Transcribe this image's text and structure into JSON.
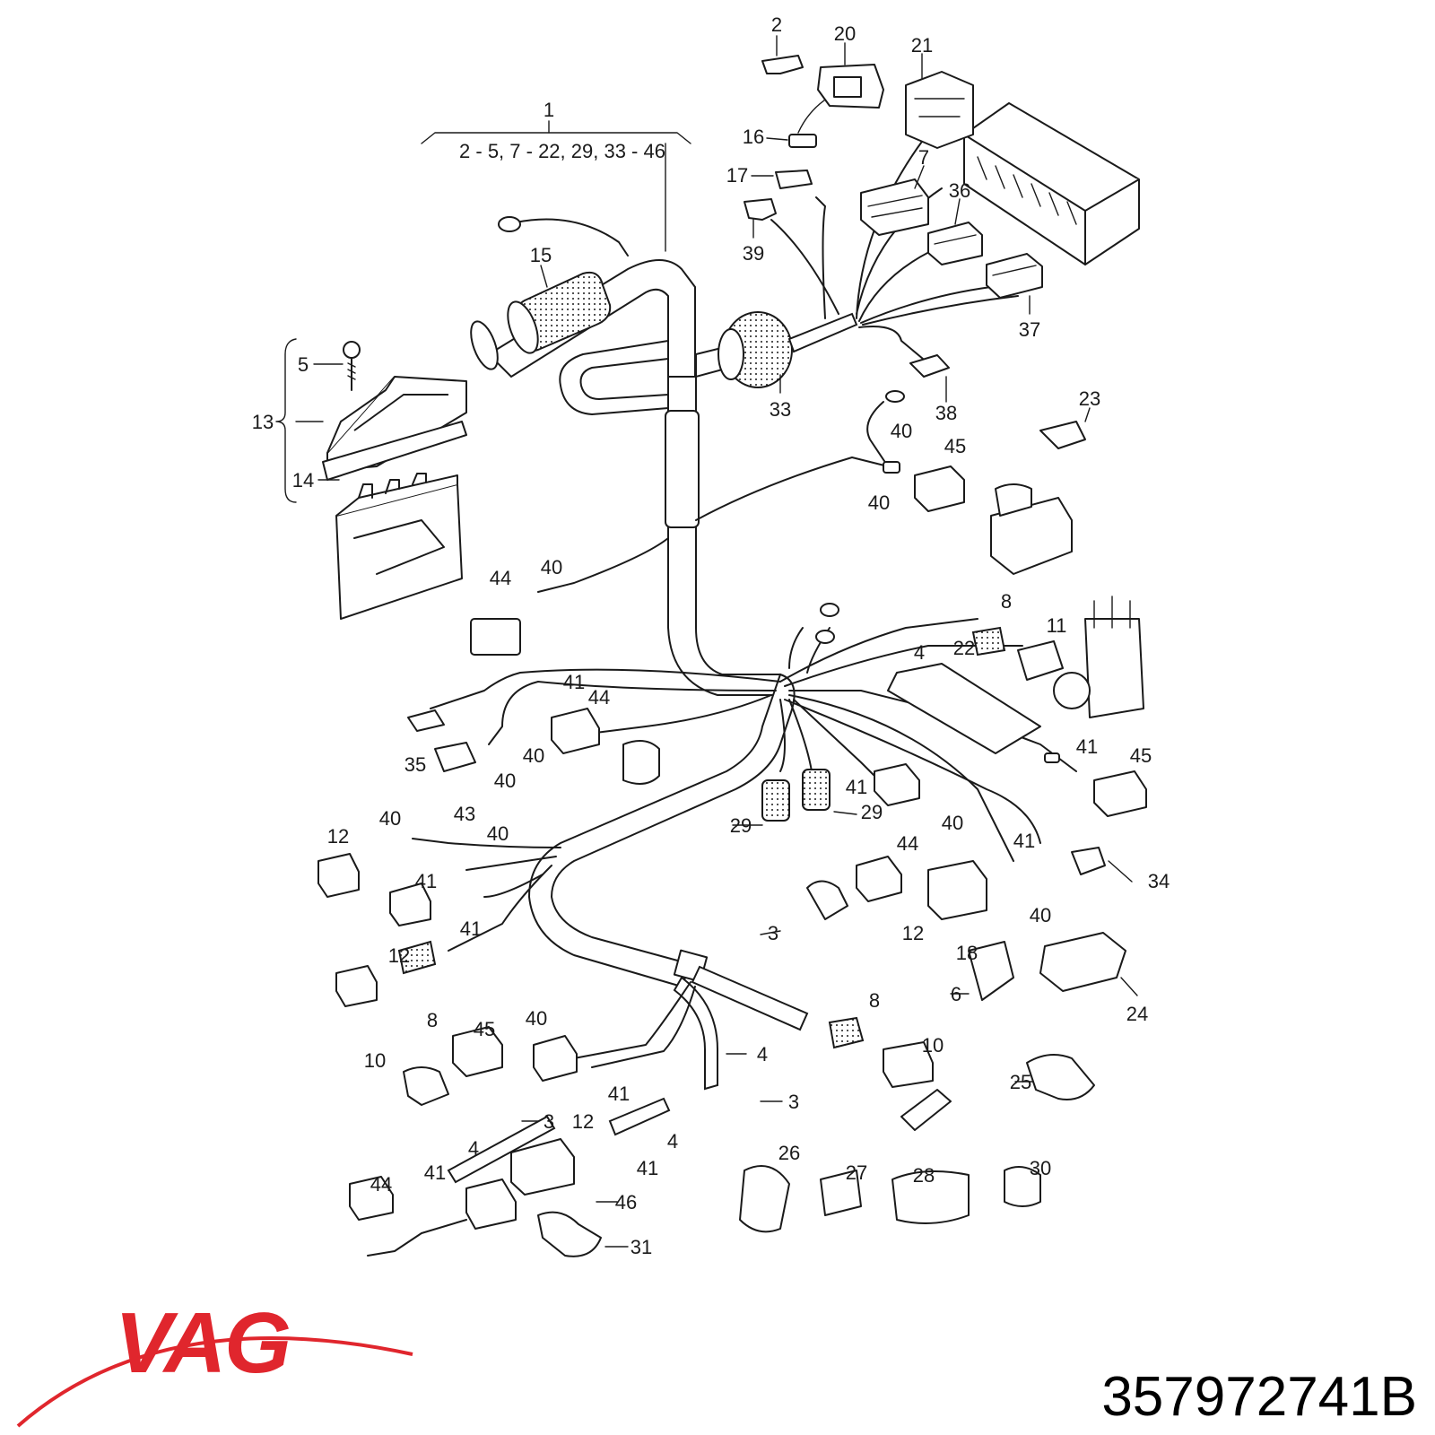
{
  "diagram": {
    "group_label": {
      "number": "1",
      "contents": "2 - 5, 7 - 22, 29, 33 - 46"
    },
    "callouts": [
      {
        "id": "c2",
        "text": "2"
      },
      {
        "id": "c20",
        "text": "20"
      },
      {
        "id": "c21",
        "text": "21"
      },
      {
        "id": "c16",
        "text": "16"
      },
      {
        "id": "c17",
        "text": "17"
      },
      {
        "id": "c7",
        "text": "7"
      },
      {
        "id": "c36",
        "text": "36"
      },
      {
        "id": "c39",
        "text": "39"
      },
      {
        "id": "c37",
        "text": "37"
      },
      {
        "id": "c15",
        "text": "15"
      },
      {
        "id": "c5",
        "text": "5"
      },
      {
        "id": "c13",
        "text": "13"
      },
      {
        "id": "c14",
        "text": "14"
      },
      {
        "id": "c33",
        "text": "33"
      },
      {
        "id": "c38",
        "text": "38"
      },
      {
        "id": "c23",
        "text": "23"
      },
      {
        "id": "c40a",
        "text": "40"
      },
      {
        "id": "c45a",
        "text": "45"
      },
      {
        "id": "c40b",
        "text": "40"
      },
      {
        "id": "c44a",
        "text": "44"
      },
      {
        "id": "c40c",
        "text": "40"
      },
      {
        "id": "c8a",
        "text": "8"
      },
      {
        "id": "c11",
        "text": "11"
      },
      {
        "id": "c4a",
        "text": "4"
      },
      {
        "id": "c22",
        "text": "22"
      },
      {
        "id": "c41a",
        "text": "41"
      },
      {
        "id": "c44b",
        "text": "44"
      },
      {
        "id": "c35",
        "text": "35"
      },
      {
        "id": "c40d",
        "text": "40"
      },
      {
        "id": "c40e",
        "text": "40"
      },
      {
        "id": "c43",
        "text": "43"
      },
      {
        "id": "c41b",
        "text": "41"
      },
      {
        "id": "c45b",
        "text": "45"
      },
      {
        "id": "c29a",
        "text": "29"
      },
      {
        "id": "c41c",
        "text": "41"
      },
      {
        "id": "c29b",
        "text": "29"
      },
      {
        "id": "c44c",
        "text": "44"
      },
      {
        "id": "c12a",
        "text": "12"
      },
      {
        "id": "c40f",
        "text": "40"
      },
      {
        "id": "c40g",
        "text": "40"
      },
      {
        "id": "c41d",
        "text": "41"
      },
      {
        "id": "c41e",
        "text": "41"
      },
      {
        "id": "c12b",
        "text": "12"
      },
      {
        "id": "c40h",
        "text": "40"
      },
      {
        "id": "c41f",
        "text": "41"
      },
      {
        "id": "c34",
        "text": "34"
      },
      {
        "id": "c12c",
        "text": "12"
      },
      {
        "id": "c40i",
        "text": "40"
      },
      {
        "id": "c18",
        "text": "18"
      },
      {
        "id": "c3a",
        "text": "3"
      },
      {
        "id": "c10a",
        "text": "10"
      },
      {
        "id": "c8b",
        "text": "8"
      },
      {
        "id": "c6",
        "text": "6"
      },
      {
        "id": "c24",
        "text": "24"
      },
      {
        "id": "c45c",
        "text": "45"
      },
      {
        "id": "c40j",
        "text": "40"
      },
      {
        "id": "c4b",
        "text": "4"
      },
      {
        "id": "c8c",
        "text": "8"
      },
      {
        "id": "c10b",
        "text": "10"
      },
      {
        "id": "c41g",
        "text": "41"
      },
      {
        "id": "c12d",
        "text": "12"
      },
      {
        "id": "c3b",
        "text": "3"
      },
      {
        "id": "c25",
        "text": "25"
      },
      {
        "id": "c3c",
        "text": "3"
      },
      {
        "id": "c4c",
        "text": "4"
      },
      {
        "id": "c4d",
        "text": "4"
      },
      {
        "id": "c41h",
        "text": "41"
      },
      {
        "id": "c26",
        "text": "26"
      },
      {
        "id": "c27",
        "text": "27"
      },
      {
        "id": "c28",
        "text": "28"
      },
      {
        "id": "c30",
        "text": "30"
      },
      {
        "id": "c44d",
        "text": "44"
      },
      {
        "id": "c41i",
        "text": "41"
      },
      {
        "id": "c46",
        "text": "46"
      },
      {
        "id": "c31",
        "text": "31"
      }
    ]
  },
  "brand": {
    "logo_text": "VAG",
    "logo_color": "#e0262d"
  },
  "part_number": "357972741B"
}
